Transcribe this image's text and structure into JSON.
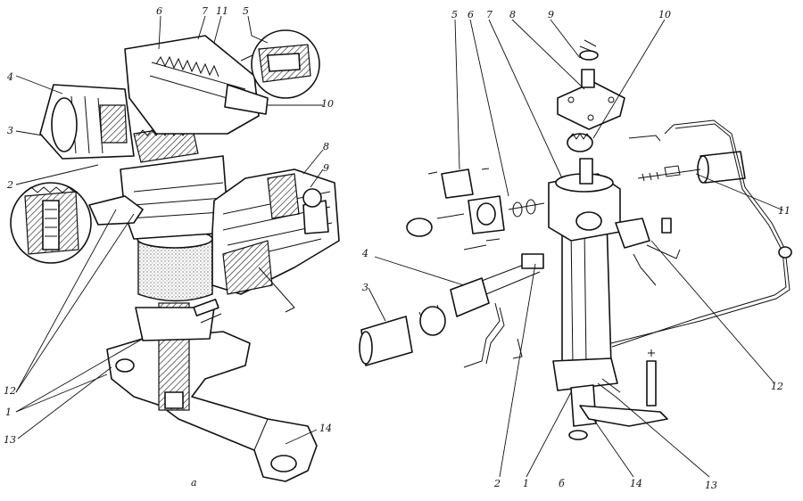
{
  "figure": {
    "left_view_letter": "а",
    "right_view_letter": "б",
    "left_labels": {
      "l1": "1",
      "l2": "2",
      "l3": "3",
      "l4": "4",
      "l5": "5",
      "l6": "6",
      "l7": "7",
      "l8": "8",
      "l9": "9",
      "l10": "10",
      "l11": "11",
      "l12": "12",
      "l13": "13",
      "l14": "14"
    },
    "right_labels": {
      "r1": "1",
      "r2": "2",
      "r3": "3",
      "r4": "4",
      "r5": "5",
      "r6": "6",
      "r7": "7",
      "r8": "8",
      "r9": "9",
      "r10": "10",
      "r11": "11",
      "r12": "12",
      "r13": "13",
      "r14": "14"
    }
  },
  "colors": {
    "ink": "#111111",
    "paper": "#ffffff"
  }
}
